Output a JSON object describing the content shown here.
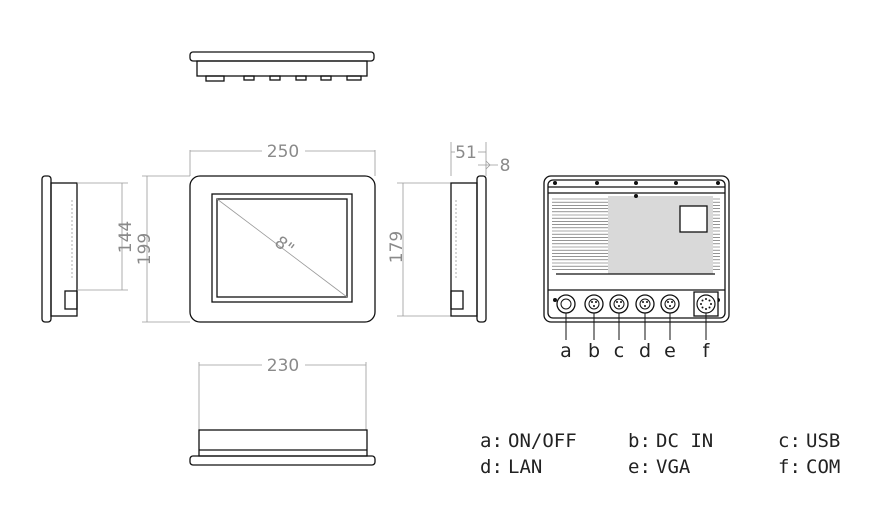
{
  "dimensions": {
    "front_width": "250",
    "front_height": "199",
    "screen_height": "144",
    "side_depth": "51",
    "side_small": "8",
    "side_height": "179",
    "bottom_width": "230",
    "screen_diagonal": "8\""
  },
  "connectors": [
    {
      "letter": "a",
      "name": "ON/OFF"
    },
    {
      "letter": "b",
      "name": "DC IN"
    },
    {
      "letter": "c",
      "name": "USB"
    },
    {
      "letter": "d",
      "name": "LAN"
    },
    {
      "letter": "e",
      "name": "VGA"
    },
    {
      "letter": "f",
      "name": "COM"
    }
  ],
  "legend": [
    {
      "key": "a:",
      "value": "ON/OFF"
    },
    {
      "key": "b:",
      "value": "DC IN"
    },
    {
      "key": "c:",
      "value": "USB"
    },
    {
      "key": "d:",
      "value": "LAN"
    },
    {
      "key": "e:",
      "value": "VGA"
    },
    {
      "key": "f:",
      "value": "COM"
    }
  ]
}
